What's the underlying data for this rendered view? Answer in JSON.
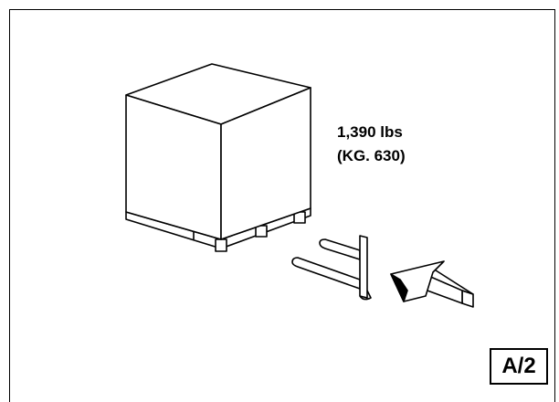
{
  "label": {
    "weight_lbs": "1,390 lbs",
    "weight_kg": "(KG. 630)"
  },
  "page_tag": "A/2",
  "icons": {
    "crate": "crate-on-pallet-icon",
    "forklift": "pallet-jack-forks-icon",
    "arrow": "insert-direction-arrow-icon"
  }
}
